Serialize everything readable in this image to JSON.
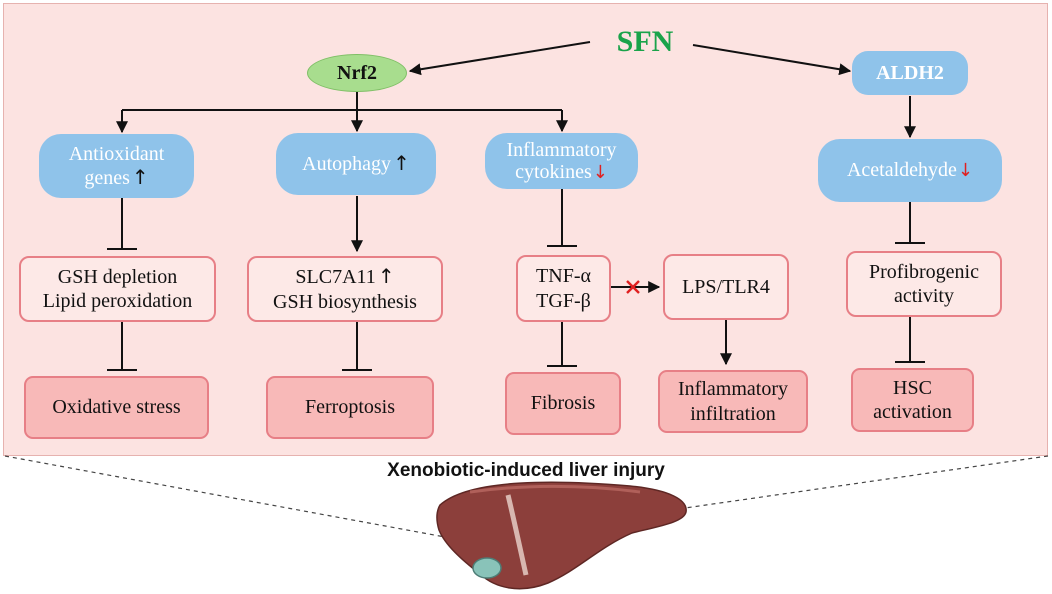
{
  "sfn": "SFN",
  "nrf2": "Nrf2",
  "aldh2": "ALDH2",
  "antioxidant": {
    "line1": "Antioxidant",
    "line2": "genes",
    "trend": "↑"
  },
  "autophagy": {
    "label": "Autophagy",
    "trend": "↑"
  },
  "inflammatory": {
    "line1": "Inflammatory",
    "line2": "cytokines",
    "trend": "↓"
  },
  "acetaldehyde": {
    "label": "Acetaldehyde",
    "trend": "↓"
  },
  "gsh_depletion": {
    "line1": "GSH depletion",
    "line2": "Lipid peroxidation"
  },
  "slc7a11": {
    "line1": "SLC7A11",
    "trend": "↑",
    "line2": "GSH biosynthesis"
  },
  "tnf": {
    "line1": "TNF-α",
    "line2": "TGF-β"
  },
  "lps": "LPS/TLR4",
  "profibrogenic": {
    "line1": "Profibrogenic",
    "line2": "activity"
  },
  "oxidative_stress": "Oxidative stress",
  "ferroptosis": "Ferroptosis",
  "fibrosis": "Fibrosis",
  "inflammatory_infiltration": {
    "line1": "Inflammatory",
    "line2": "infiltration"
  },
  "hsc_activation": {
    "line1": "HSC",
    "line2": "activation"
  },
  "caption": "Xenobiotic-induced liver injury",
  "colors": {
    "sfn_text": "#1aa34a",
    "node_blue": "#8fc3ea",
    "node_green": "#a8dd8e",
    "box_border": "#e77f86",
    "box_fill": "#f8b9b8",
    "panel": "#fce3e1",
    "block_cross": "#e02020"
  },
  "icons": {
    "liver": "liver-icon",
    "block_cross": "cross-icon"
  }
}
